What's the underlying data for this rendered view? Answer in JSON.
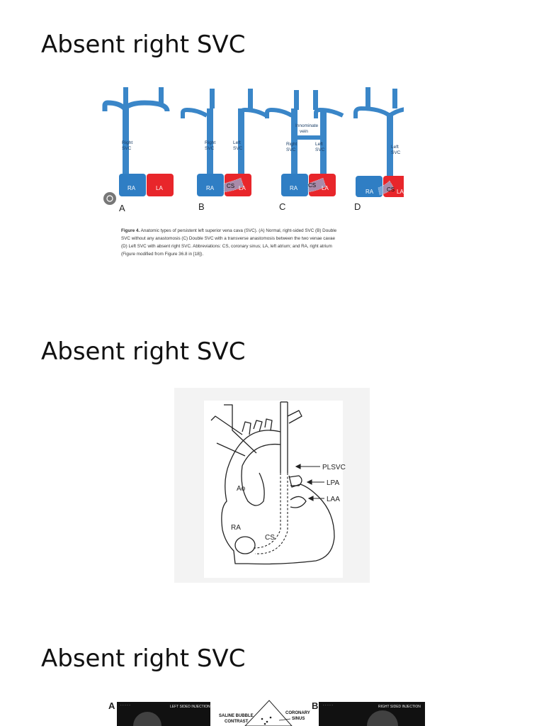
{
  "slides": [
    {
      "title": "Absent right SVC"
    },
    {
      "title": "Absent right SVC"
    },
    {
      "title": "Absent right SVC"
    }
  ],
  "figure1": {
    "panels": [
      {
        "letter": "A",
        "vein_labels": [
          "Right",
          "SVC"
        ],
        "boxes": [
          "RA",
          "LA"
        ]
      },
      {
        "letter": "B",
        "vein_labels": [
          "Right",
          "SVC",
          "Left",
          "SVC"
        ],
        "boxes": [
          "RA",
          "CS",
          "LA"
        ]
      },
      {
        "letter": "C",
        "vein_labels": [
          "Innominate",
          "vein",
          "Right",
          "SVC",
          "Left",
          "SVC"
        ],
        "boxes": [
          "RA",
          "CS",
          "LA"
        ]
      },
      {
        "letter": "D",
        "vein_labels": [
          "Left",
          "SVC"
        ],
        "boxes": [
          "RA",
          "CS",
          "LA"
        ]
      }
    ],
    "caption_bold": "Figure 4.",
    "caption_lines": [
      " Anatomic types of persistent left superior vena cava (SVC). (A) Normal, right-sided SVC (B) Double",
      "SVC without any anastomosis (C) Double SVC with a transverse anastomosis between the two venae cavae",
      "(D) Left SVC with absent right SVC. Abbreviations: CS, coronary sinus; LA, left atrium; and RA, right atrium",
      "(Figure modified from Figure 36.8 in [18])."
    ],
    "colors": {
      "vein": "#3a86c8",
      "ra": "#2f7ec4",
      "la": "#e8262b"
    }
  },
  "figure2": {
    "labels": {
      "ao": "Ao",
      "ra": "RA",
      "cs": "CS",
      "plsvc": "PLSVC",
      "lpa": "LPA",
      "laa": "LAA"
    }
  },
  "figure3": {
    "panel_a": "A",
    "panel_b": "B",
    "left_title": "LEFT SIDED INJECTION",
    "right_title": "RIGHT SIDED INJECTION",
    "saline_lines": [
      "SALINE BUBBLE",
      "CONTRAST"
    ],
    "coronary_lines": [
      "CORONARY",
      "SINUS"
    ]
  }
}
